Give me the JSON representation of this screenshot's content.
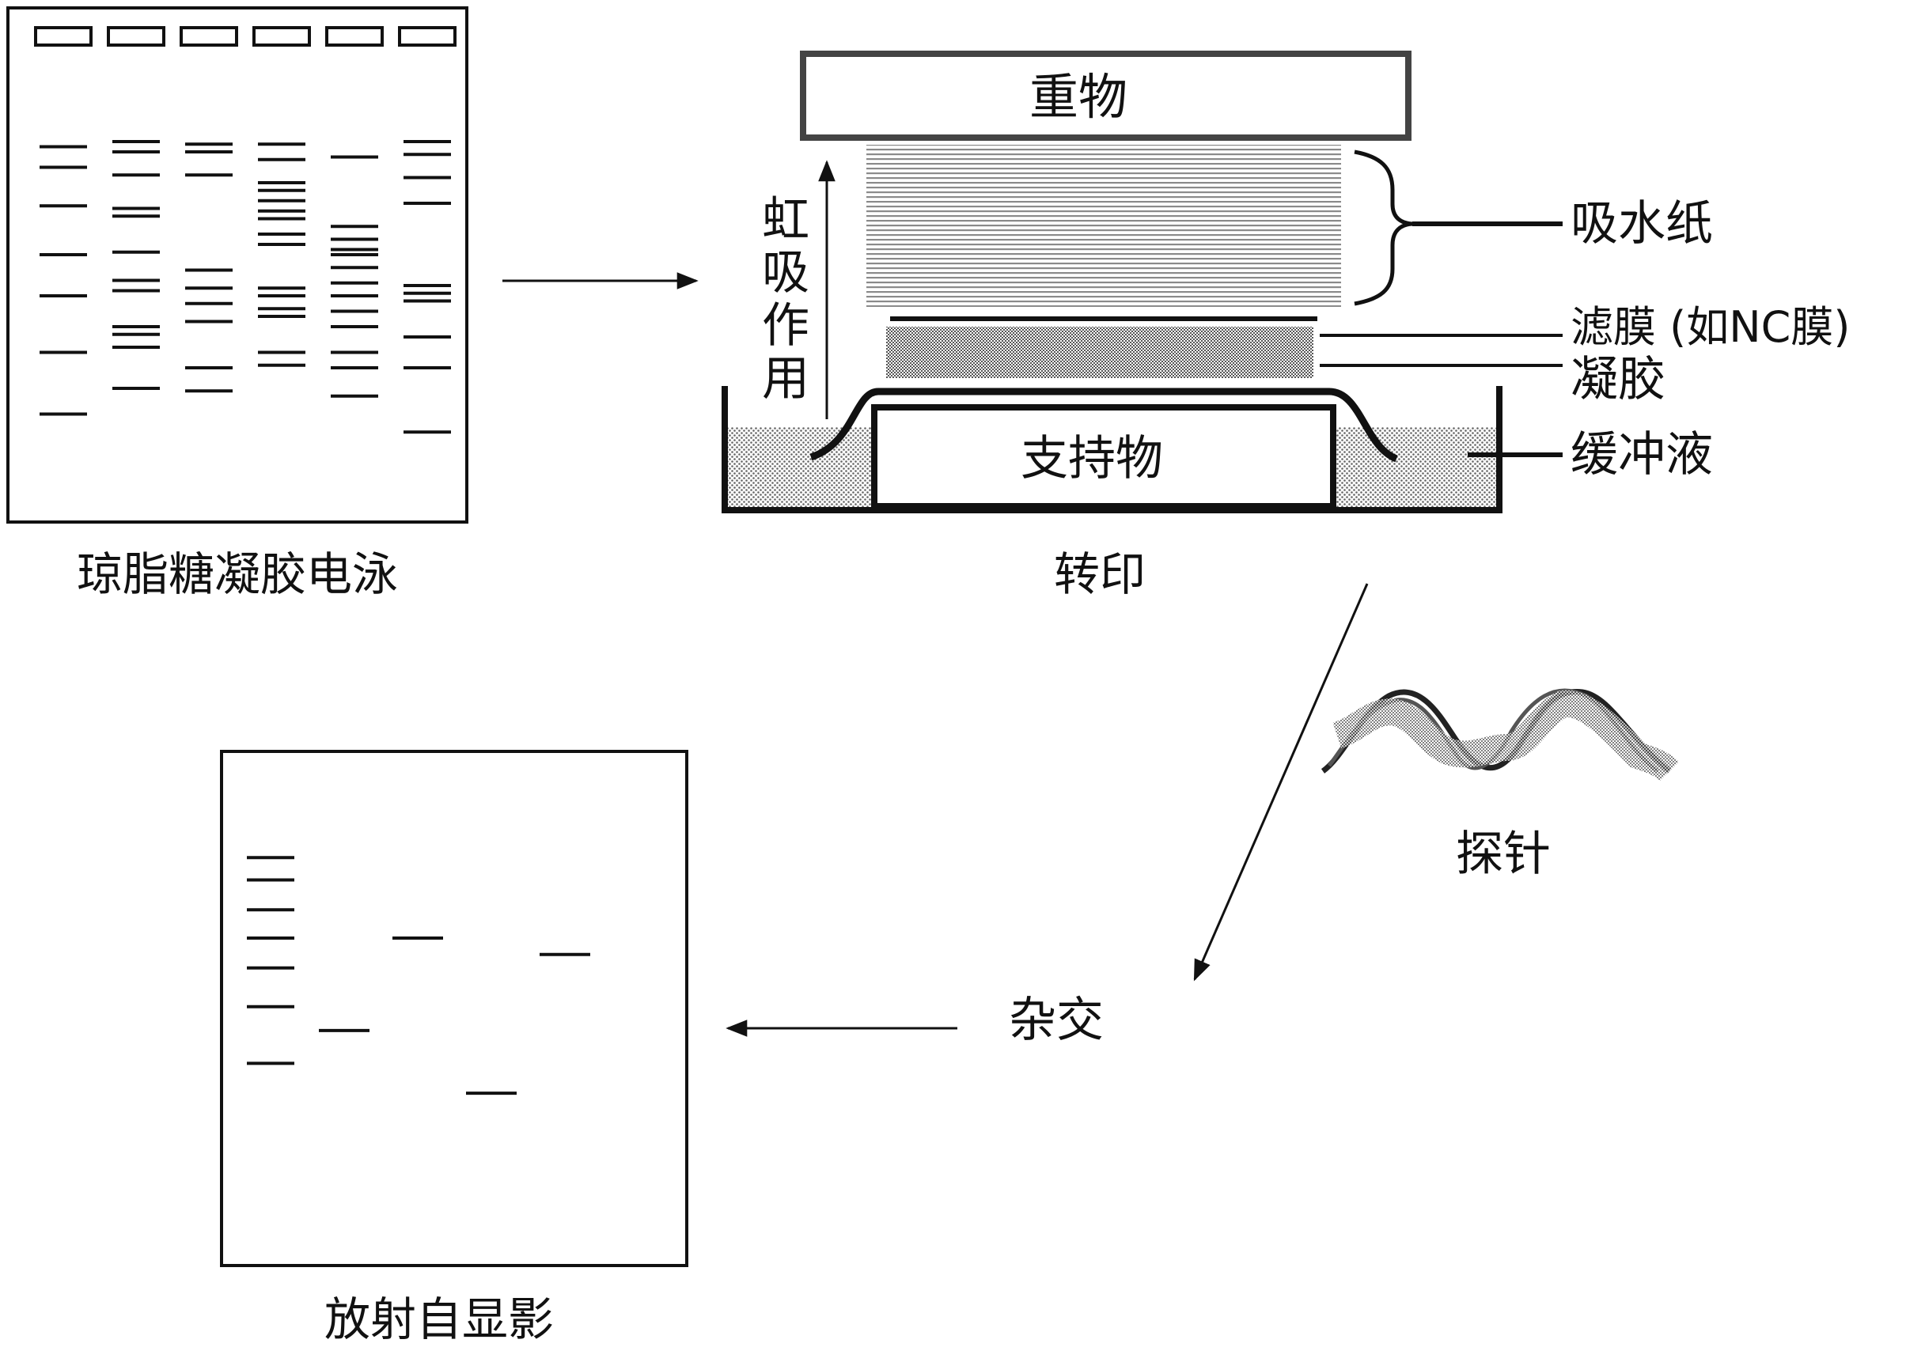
{
  "labels": {
    "gel_caption": "琼脂糖凝胶电泳",
    "transfer_caption": "转印",
    "weight": "重物",
    "siphon": [
      "虹",
      "吸",
      "作",
      "用"
    ],
    "absorbent_paper": "吸水纸",
    "filter_membrane": "滤膜 (如NC膜)",
    "gel": "凝胶",
    "support": "支持物",
    "buffer": "缓冲液",
    "probe": "探针",
    "hybridization": "杂交",
    "autoradiography": "放射自显影"
  },
  "gel": {
    "lanes": 6,
    "band_rows": [
      [
        0.27,
        0.31,
        0.385,
        0.48,
        0.56,
        0.67,
        0.79
      ],
      [
        0.26,
        0.28,
        0.325,
        0.39,
        0.405,
        0.475,
        0.53,
        0.55,
        0.62,
        0.635,
        0.66,
        0.74
      ],
      [
        0.265,
        0.28,
        0.325,
        0.51,
        0.545,
        0.575,
        0.61,
        0.7,
        0.745
      ],
      [
        0.265,
        0.295,
        0.34,
        0.355,
        0.375,
        0.395,
        0.41,
        0.44,
        0.46,
        0.545,
        0.56,
        0.585,
        0.6,
        0.67,
        0.695
      ],
      [
        0.29,
        0.425,
        0.45,
        0.47,
        0.48,
        0.505,
        0.535,
        0.56,
        0.59,
        0.62,
        0.67,
        0.7,
        0.755
      ],
      [
        0.26,
        0.285,
        0.33,
        0.38,
        0.54,
        0.555,
        0.57,
        0.64,
        0.7,
        0.825
      ]
    ]
  },
  "autoradiograph": {
    "marker_bands": [
      0.25,
      0.325,
      0.425,
      0.52,
      0.62,
      0.75,
      0.94
    ],
    "hit_bands": [
      {
        "lane": 2,
        "at": 0.83
      },
      {
        "lane": 3,
        "at": 0.52
      },
      {
        "lane": 4,
        "at": 1.04
      },
      {
        "lane": 5,
        "at": 0.575
      }
    ]
  }
}
